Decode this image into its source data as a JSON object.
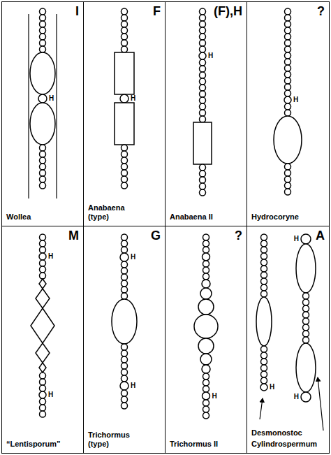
{
  "diagram": {
    "nodes": [
      {
        "text": [
          "I",
          "Wollea"
        ]
      },
      {
        "text": [
          "F",
          "Anabaena (type)"
        ]
      },
      {
        "text": [
          "(F),H",
          "Anabaena II"
        ]
      },
      {
        "text": [
          "?",
          "Hydrocoryne"
        ]
      },
      {
        "text": [
          "M",
          "“Lentisporum”"
        ]
      },
      {
        "text": [
          "G",
          "Trichormus (type)"
        ]
      },
      {
        "text": [
          "?",
          "Trichormus II"
        ]
      },
      {
        "text": [
          "A",
          "Desmonostoc",
          "Cylindrospermum"
        ]
      }
    ],
    "labels": [
      "H",
      "H",
      "H",
      "H",
      "H",
      "H",
      "H",
      "H",
      "H",
      "H",
      "H",
      "H"
    ]
  }
}
